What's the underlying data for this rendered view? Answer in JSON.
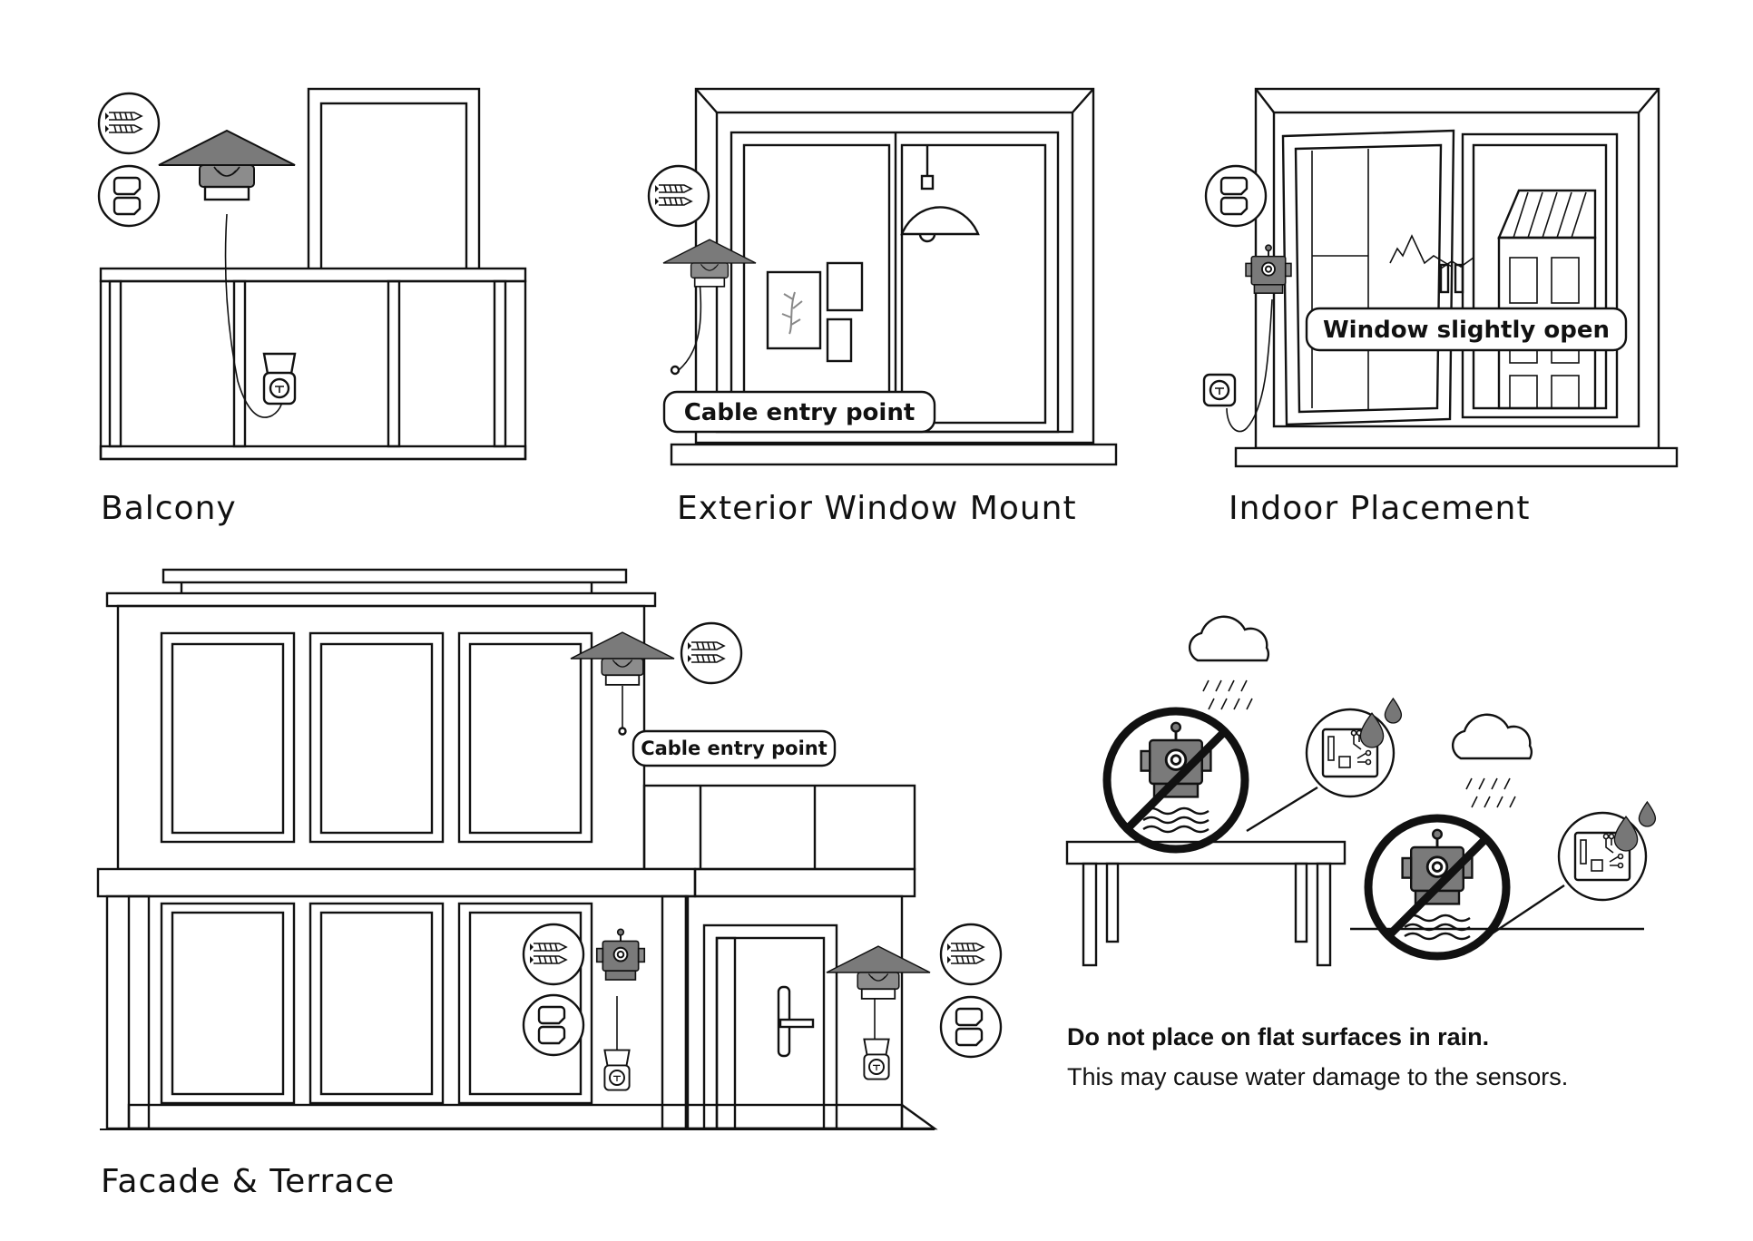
{
  "scenes": {
    "balcony": {
      "title": "Balcony"
    },
    "window": {
      "title": "Exterior Window Mount",
      "callout": "Cable entry point"
    },
    "indoor": {
      "title": "Indoor Placement",
      "callout": "Window slightly open"
    },
    "facade": {
      "title": "Facade & Terrace",
      "callout": "Cable entry point"
    }
  },
  "warning": {
    "title": "Do not place on flat surfaces in rain.",
    "body": "This may cause water damage to the sensors."
  },
  "colors": {
    "line": "#111111",
    "device": "#7a7a7a",
    "background": "#ffffff"
  }
}
